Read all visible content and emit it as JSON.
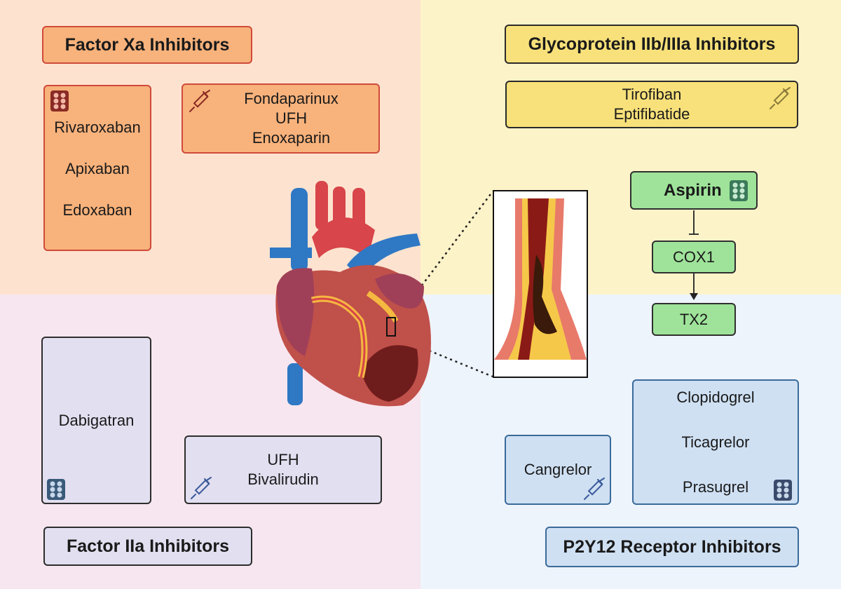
{
  "categories": {
    "factor_xa": {
      "title": "Factor Xa Inhibitors",
      "oral": [
        "Rivaroxaban",
        "Apixaban",
        "Edoxaban"
      ],
      "injectable": [
        "Fondaparinux",
        "UFH",
        "Enoxaparin"
      ]
    },
    "gp_iib_iiia": {
      "title": "Glycoprotein IIb/IIIa Inhibitors",
      "injectable": [
        "Tirofiban",
        "Eptifibatide"
      ]
    },
    "factor_iia": {
      "title": "Factor IIa Inhibitors",
      "oral": [
        "Dabigatran"
      ],
      "injectable": [
        "UFH",
        "Bivalirudin"
      ]
    },
    "p2y12": {
      "title": "P2Y12 Receptor Inhibitors",
      "injectable": [
        "Cangrelor"
      ],
      "oral": [
        "Clopidogrel",
        "Ticagrelor",
        "Prasugrel"
      ]
    }
  },
  "pathway": {
    "aspirin": "Aspirin",
    "cox1": "COX1",
    "tx2": "TX2"
  },
  "icons": {
    "oral": "pill-pack-icon",
    "injectable": "syringe-icon",
    "illustration": "heart-illustration",
    "zoom": "artery-cross-section"
  },
  "colors": {
    "xa_bg": "#fde3cf",
    "gp_bg": "#fdf3c9",
    "iia_bg": "#f7e6ef",
    "p2y12_bg": "#eef4fb"
  }
}
